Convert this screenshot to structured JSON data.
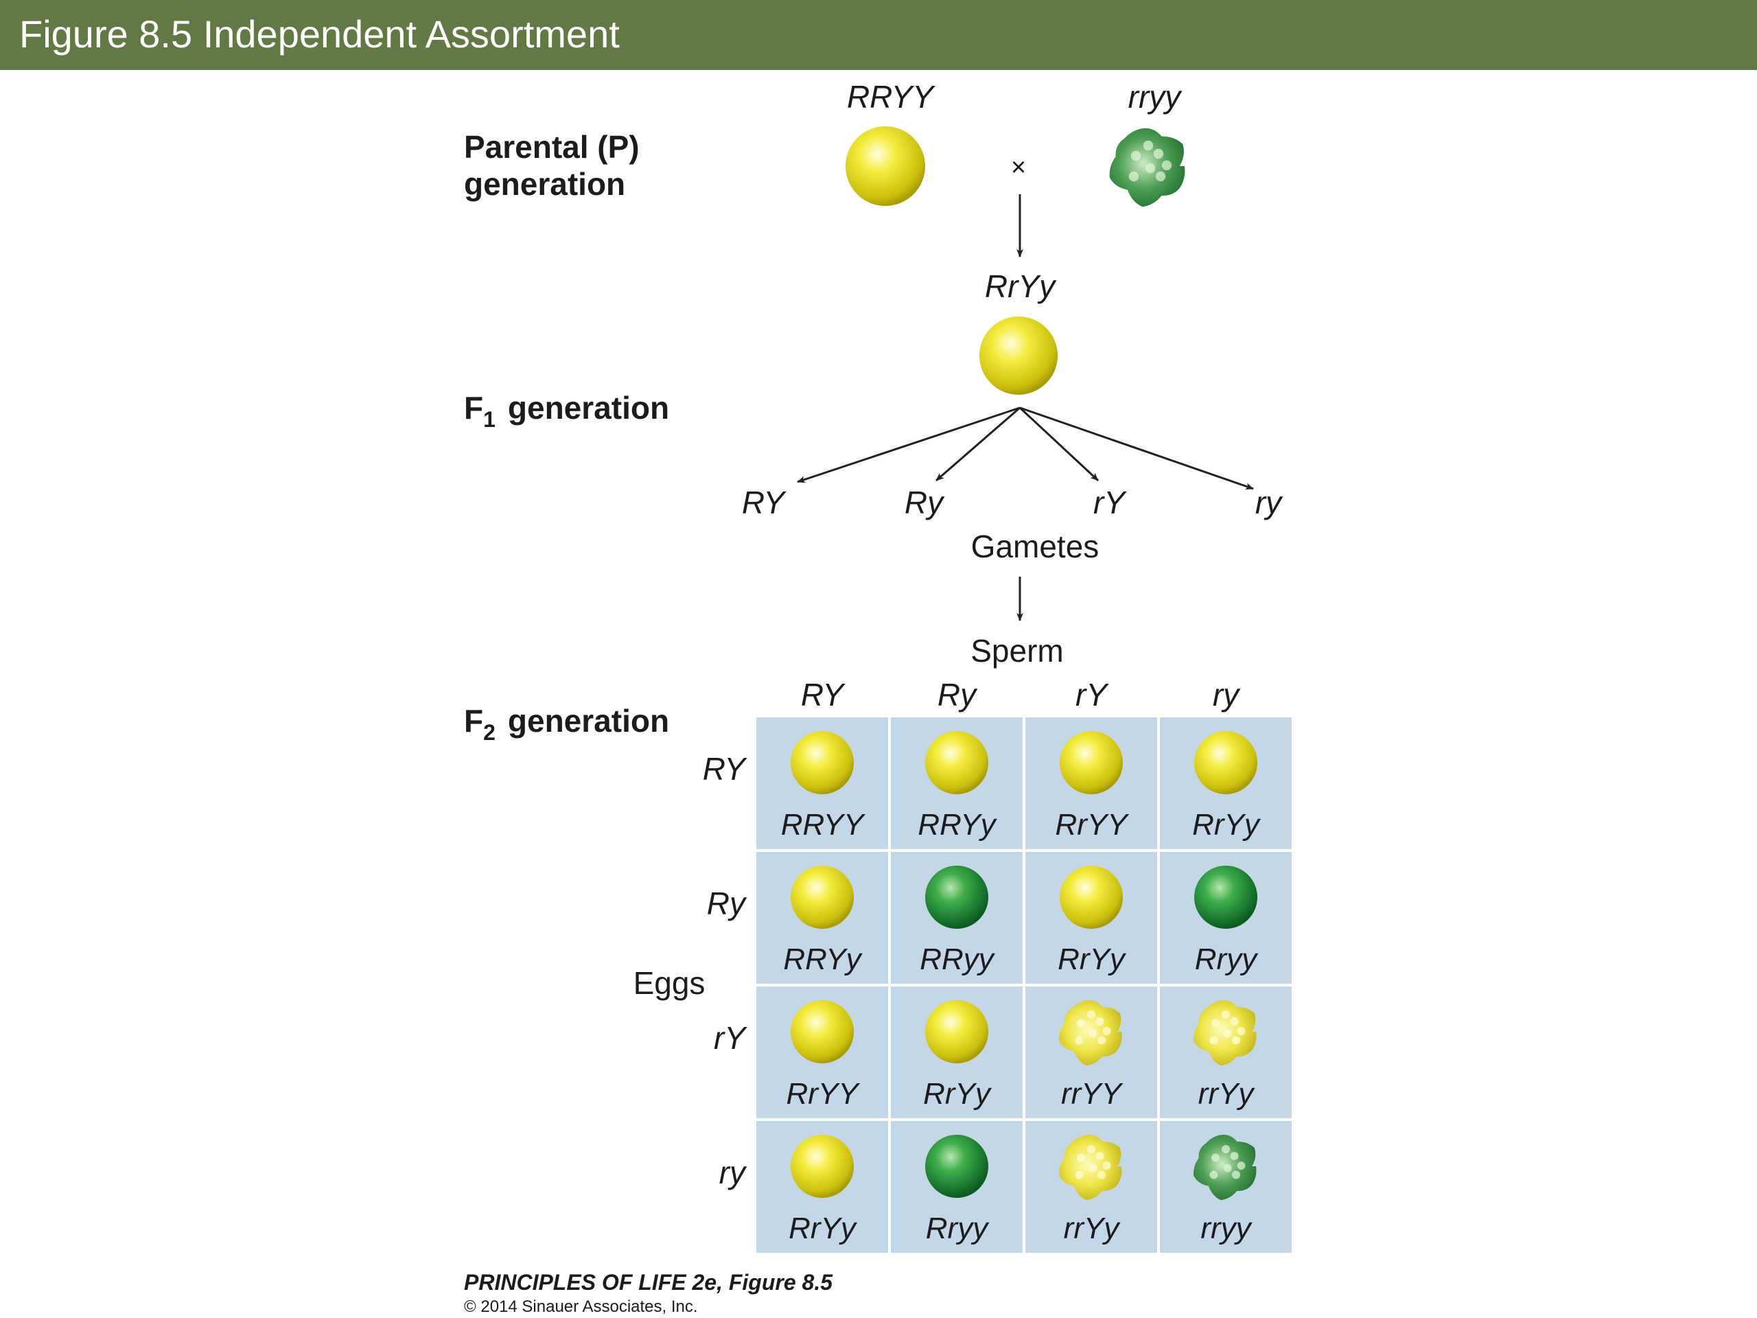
{
  "header": {
    "title": "Figure 8.5  Independent Assortment"
  },
  "colors": {
    "header_bg": "#617943",
    "grid_cell": "#c3d7e6",
    "pea_yellow": "#e6da1a",
    "pea_green": "#1f8a36"
  },
  "parental": {
    "label_line1": "Parental (P)",
    "label_line2": "generation",
    "left_genotype": "RRYY",
    "right_genotype": "rryy",
    "cross_symbol": "×",
    "left_pea": {
      "color": "yellow",
      "shape": "round"
    },
    "right_pea": {
      "color": "green",
      "shape": "wrinkled"
    }
  },
  "f1": {
    "label_main": "F",
    "label_sub": "1",
    "label_rest": "generation",
    "genotype": "RrYy",
    "pea": {
      "color": "yellow",
      "shape": "round"
    },
    "gametes": [
      "RY",
      "Ry",
      "rY",
      "ry"
    ],
    "gametes_label": "Gametes"
  },
  "f2": {
    "label_main": "F",
    "label_sub": "2",
    "label_rest": "generation",
    "sperm_label": "Sperm",
    "eggs_label": "Eggs",
    "sperm": [
      "RY",
      "Ry",
      "rY",
      "ry"
    ],
    "eggs": [
      "RY",
      "Ry",
      "rY",
      "ry"
    ],
    "cells": [
      [
        {
          "genotype": "RRYY",
          "color": "yellow",
          "shape": "round"
        },
        {
          "genotype": "RRYy",
          "color": "yellow",
          "shape": "round"
        },
        {
          "genotype": "RrYY",
          "color": "yellow",
          "shape": "round"
        },
        {
          "genotype": "RrYy",
          "color": "yellow",
          "shape": "round"
        }
      ],
      [
        {
          "genotype": "RRYy",
          "color": "yellow",
          "shape": "round"
        },
        {
          "genotype": "RRyy",
          "color": "green",
          "shape": "round"
        },
        {
          "genotype": "RrYy",
          "color": "yellow",
          "shape": "round"
        },
        {
          "genotype": "Rryy",
          "color": "green",
          "shape": "round"
        }
      ],
      [
        {
          "genotype": "RrYY",
          "color": "yellow",
          "shape": "round"
        },
        {
          "genotype": "RrYy",
          "color": "yellow",
          "shape": "round"
        },
        {
          "genotype": "rrYY",
          "color": "yellow",
          "shape": "wrinkled"
        },
        {
          "genotype": "rrYy",
          "color": "yellow",
          "shape": "wrinkled"
        }
      ],
      [
        {
          "genotype": "RrYy",
          "color": "yellow",
          "shape": "round"
        },
        {
          "genotype": "Rryy",
          "color": "green",
          "shape": "round"
        },
        {
          "genotype": "rrYy",
          "color": "yellow",
          "shape": "wrinkled"
        },
        {
          "genotype": "rryy",
          "color": "green",
          "shape": "wrinkled"
        }
      ]
    ]
  },
  "footer": {
    "line1": "PRINCIPLES OF LIFE 2e, Figure 8.5",
    "line2": "© 2014 Sinauer Associates, Inc."
  }
}
